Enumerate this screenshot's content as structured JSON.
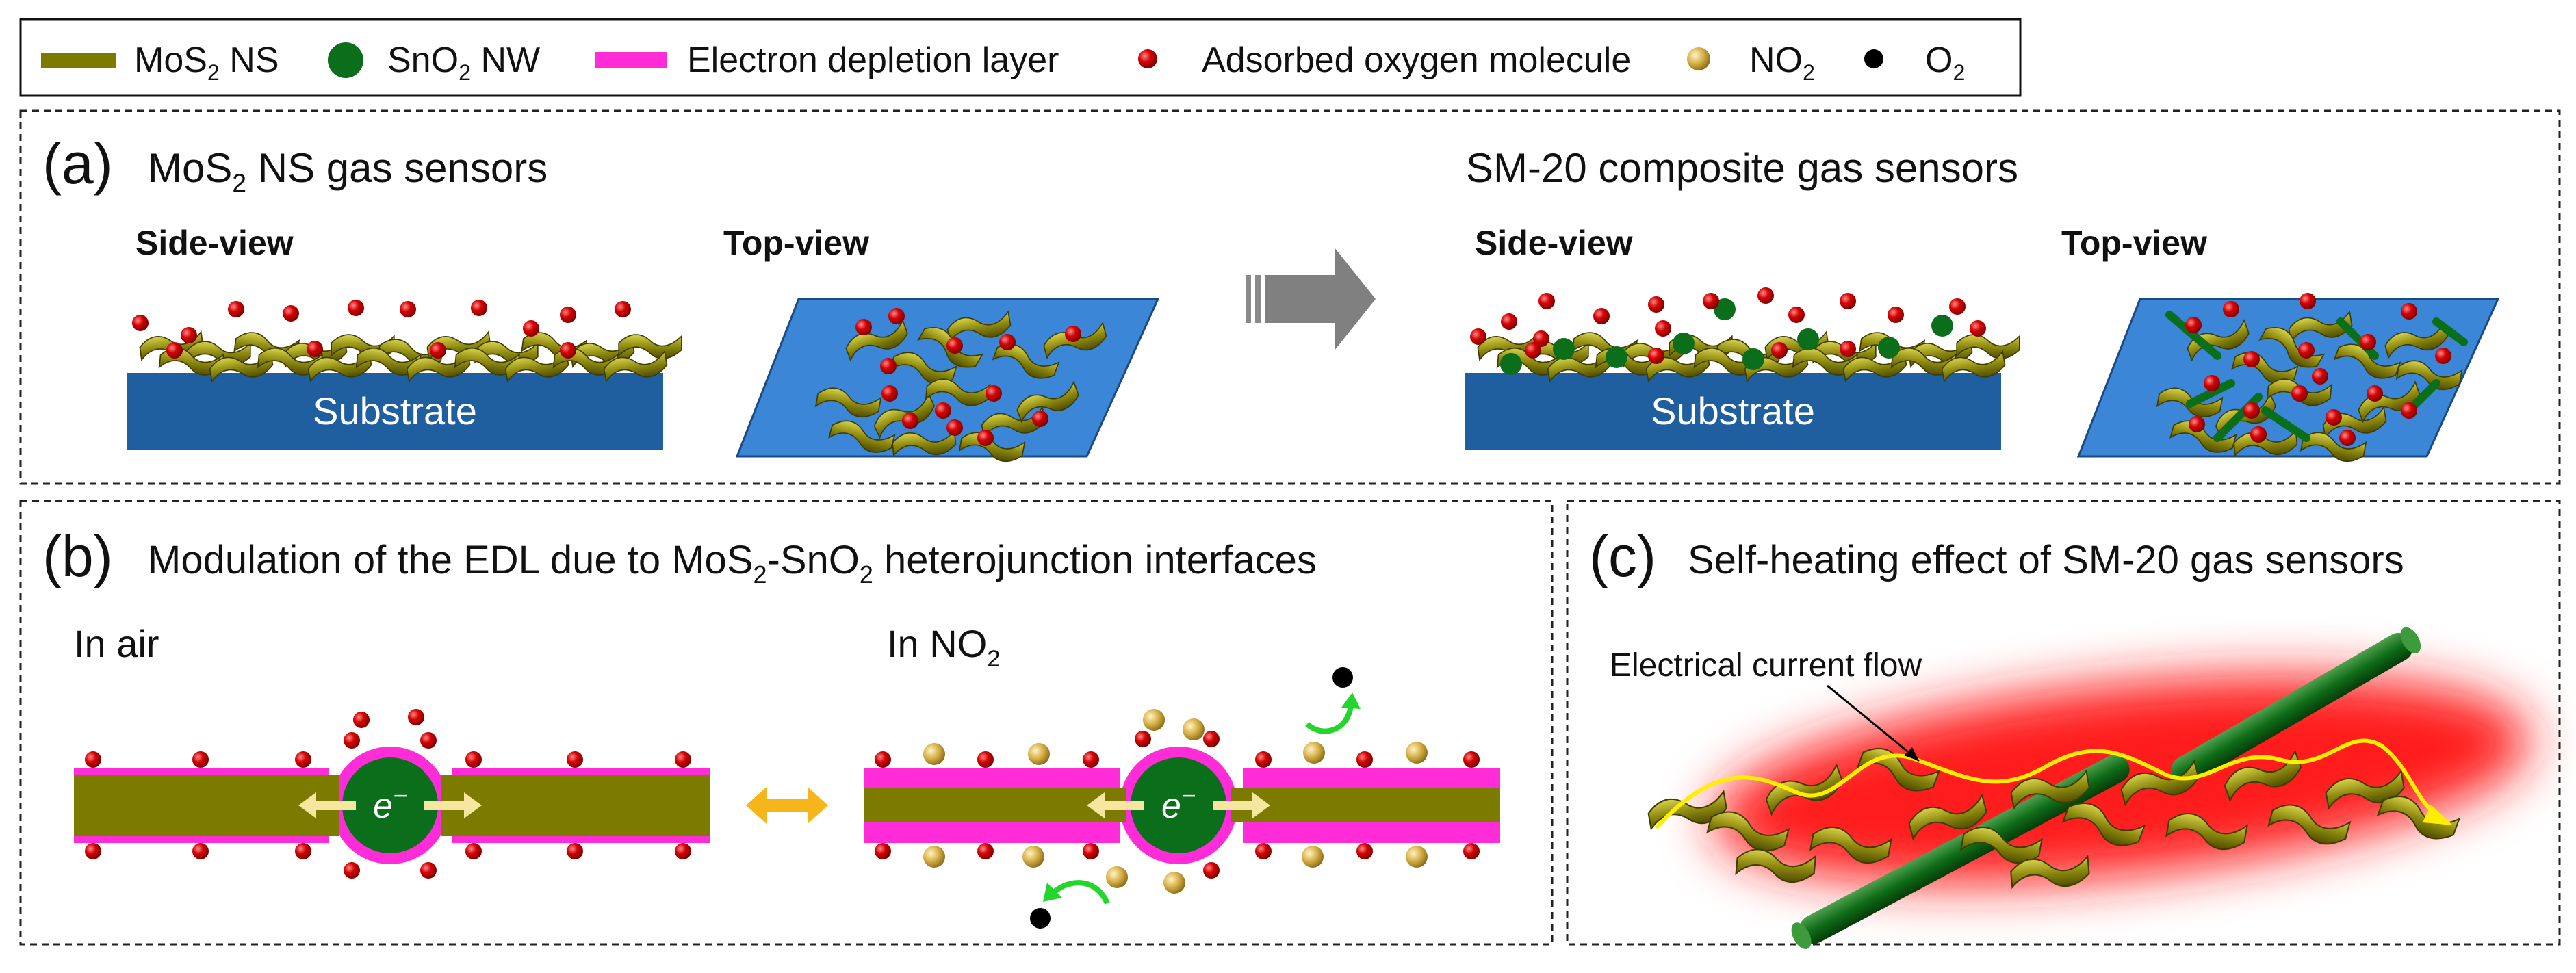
{
  "colors": {
    "mos2": "#7d7a00",
    "mos2_dark": "#545200",
    "mos2_light": "#c6c23a",
    "sno2": "#0b6e1a",
    "edl": "#ff2cd8",
    "oxygen_adsorbed": "#d40000",
    "no2": "#d9b34a",
    "o2": "#000000",
    "substrate": "#1f5f9f",
    "arrow_gray": "#808080",
    "arrow_orange": "#f5b51b",
    "arrow_green": "#22d62b",
    "current": "#ffee00",
    "heat": "#ff0000"
  },
  "legend": {
    "mos2_main": "MoS",
    "mos2_sub": "2",
    "mos2_tail": " NS",
    "sno2_main": "SnO",
    "sno2_sub": "2",
    "sno2_tail": " NW",
    "edl": "Electron depletion layer",
    "oxygen": "Adsorbed oxygen molecule",
    "no2_main": "NO",
    "no2_sub": "2",
    "o2_main": "O",
    "o2_sub": "2"
  },
  "panel_a": {
    "label": "(a)",
    "left_title_main": "MoS",
    "left_title_sub": "2",
    "left_title_tail": " NS gas sensors",
    "right_title": "SM-20 composite gas sensors",
    "side_view": "Side-view",
    "top_view": "Top-view",
    "substrate": "Substrate"
  },
  "panel_b": {
    "label": "(b)",
    "title_1": "Modulation of the EDL due to MoS",
    "title_sub1": "2",
    "title_2": "-SnO",
    "title_sub2": "2",
    "title_3": " heterojunction interfaces",
    "in_air": "In air",
    "in_no2_main": "In NO",
    "in_no2_sub": "2",
    "electron_main": "e",
    "electron_sup": "−"
  },
  "panel_c": {
    "label": "(c)",
    "title": "Self-heating effect of SM-20 gas sensors",
    "annotation": "Electrical current flow"
  }
}
